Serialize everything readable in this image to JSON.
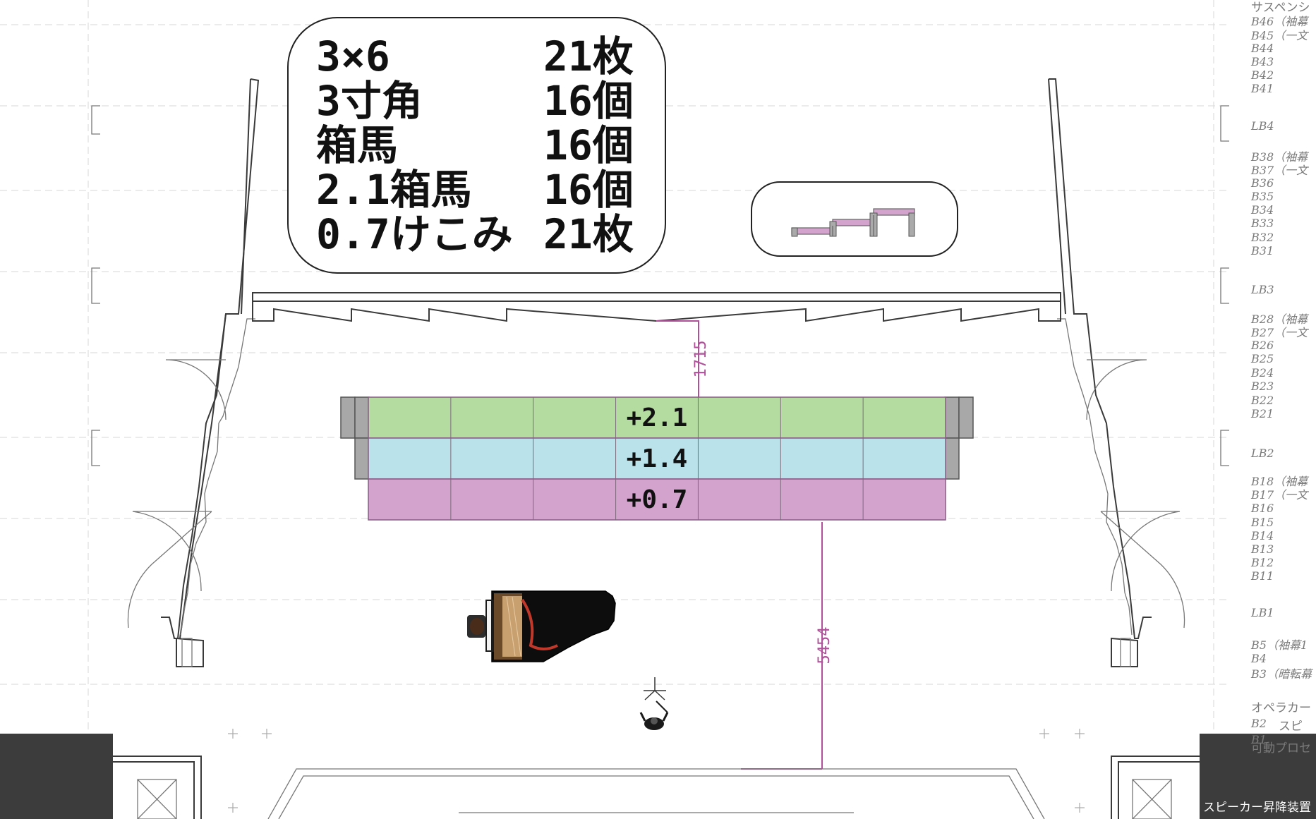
{
  "materials": [
    {
      "item": "3×6",
      "qty": "21枚"
    },
    {
      "item": "3寸角",
      "qty": "16個"
    },
    {
      "item": "箱馬",
      "qty": "16個"
    },
    {
      "item": "2.1箱馬",
      "qty": "16個"
    },
    {
      "item": "0.7けこみ",
      "qty": "21枚"
    }
  ],
  "risers": [
    {
      "label": "+2.1",
      "color": "#b5dca0"
    },
    {
      "label": "+1.4",
      "color": "#b9e2ea"
    },
    {
      "label": "+0.7",
      "color": "#d3a2cd"
    }
  ],
  "dimensions": {
    "upstage_gap": "1715",
    "downstage_gap": "5454"
  },
  "battens": [
    {
      "label": "サスペンシ",
      "kind": "right"
    },
    {
      "label": "B46（袖幕",
      "kind": "b"
    },
    {
      "label": "B45（一文",
      "kind": "b"
    },
    {
      "label": "B44",
      "kind": "b"
    },
    {
      "label": "B43",
      "kind": "b"
    },
    {
      "label": "B42",
      "kind": "b"
    },
    {
      "label": "B41",
      "kind": "b"
    },
    {
      "label": "LB4",
      "kind": "lb"
    },
    {
      "label": "B38（袖幕",
      "kind": "b"
    },
    {
      "label": "B37（一文",
      "kind": "b"
    },
    {
      "label": "B36",
      "kind": "b"
    },
    {
      "label": "B35",
      "kind": "b"
    },
    {
      "label": "B34",
      "kind": "b"
    },
    {
      "label": "B33",
      "kind": "b"
    },
    {
      "label": "B32",
      "kind": "b"
    },
    {
      "label": "B31",
      "kind": "b"
    },
    {
      "label": "LB3",
      "kind": "lb"
    },
    {
      "label": "B28（袖幕",
      "kind": "b"
    },
    {
      "label": "B27（一文",
      "kind": "b"
    },
    {
      "label": "B26",
      "kind": "b"
    },
    {
      "label": "B25",
      "kind": "b"
    },
    {
      "label": "B24",
      "kind": "b"
    },
    {
      "label": "B23",
      "kind": "b"
    },
    {
      "label": "B22",
      "kind": "b"
    },
    {
      "label": "B21",
      "kind": "b"
    },
    {
      "label": "LB2",
      "kind": "lb"
    },
    {
      "label": "B18（袖幕",
      "kind": "b"
    },
    {
      "label": "B17（一文",
      "kind": "b"
    },
    {
      "label": "B16",
      "kind": "b"
    },
    {
      "label": "B15",
      "kind": "b"
    },
    {
      "label": "B14",
      "kind": "b"
    },
    {
      "label": "B13",
      "kind": "b"
    },
    {
      "label": "B12",
      "kind": "b"
    },
    {
      "label": "B11",
      "kind": "b"
    },
    {
      "label": "LB1",
      "kind": "lb"
    },
    {
      "label": "B5（袖幕1",
      "kind": "b"
    },
    {
      "label": "B4",
      "kind": "b"
    },
    {
      "label": "B3（暗転幕",
      "kind": "b"
    },
    {
      "label": "オペラカー",
      "kind": "right"
    },
    {
      "label": "B2",
      "kind": "b"
    },
    {
      "label": "スピ",
      "kind": "right"
    },
    {
      "label": "B1",
      "kind": "b"
    },
    {
      "label": "可動プロセ",
      "kind": "right"
    }
  ],
  "speaker_lift": "スピーカー昇降装置",
  "icons": {
    "piano": "grand-piano-icon",
    "conductor": "conductor-icon",
    "riser_section": "riser-section-icon"
  }
}
